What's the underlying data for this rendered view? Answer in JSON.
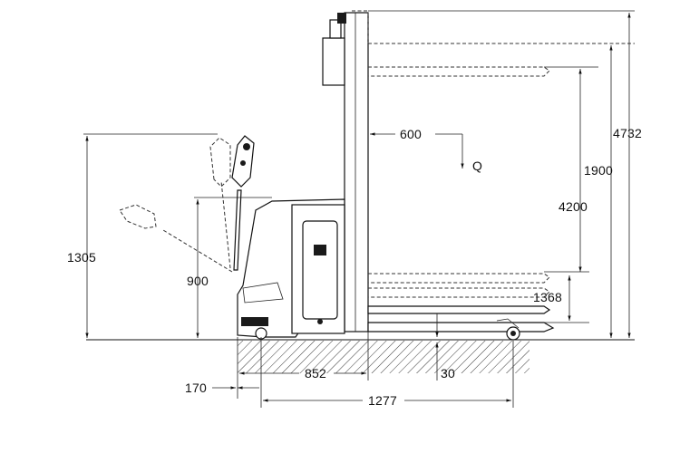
{
  "dimensions": {
    "d4732": "4732",
    "d1900": "1900",
    "d4200": "4200",
    "d1368": "1368",
    "d600": "600",
    "load_label": "Q",
    "d1305": "1305",
    "d900": "900",
    "d852": "852",
    "d30": "30",
    "d170": "170",
    "d1277": "1277"
  },
  "colors": {
    "line": "#111111",
    "background": "#ffffff"
  }
}
